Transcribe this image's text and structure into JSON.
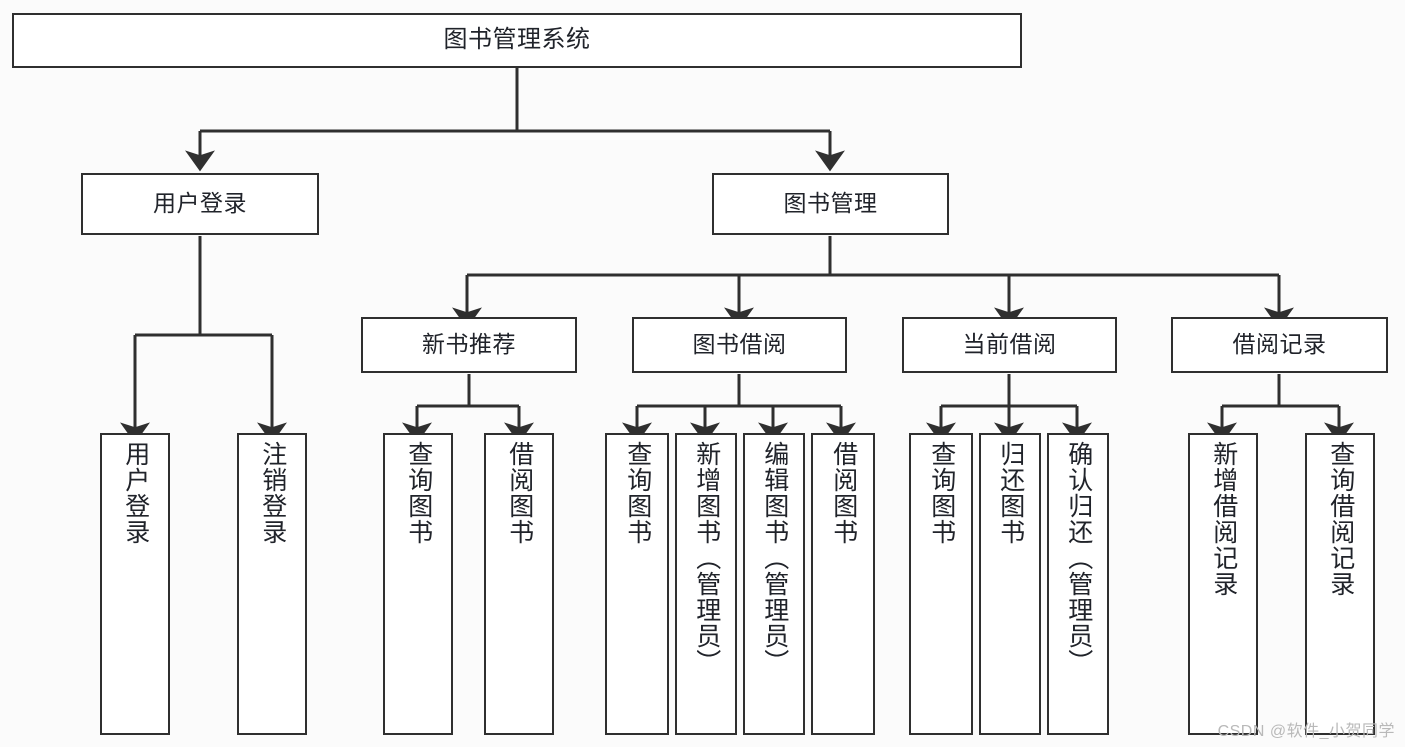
{
  "diagram": {
    "type": "tree-hierarchy",
    "title": "图书管理系统",
    "root": {
      "label": "图书管理系统"
    },
    "level2": [
      {
        "label": "用户登录"
      },
      {
        "label": "图书管理"
      }
    ],
    "level3": [
      {
        "label": "新书推荐"
      },
      {
        "label": "图书借阅"
      },
      {
        "label": "当前借阅"
      },
      {
        "label": "借阅记录"
      }
    ],
    "leaves": {
      "user_login": [
        {
          "label": "用户登录"
        },
        {
          "label": "注销登录"
        }
      ],
      "new_book_recommend": [
        {
          "label": "查询图书"
        },
        {
          "label": "借阅图书"
        }
      ],
      "book_borrow": [
        {
          "label": "查询图书"
        },
        {
          "label": "新增图书（管理员）"
        },
        {
          "label": "编辑图书（管理员）"
        },
        {
          "label": "借阅图书"
        }
      ],
      "current_borrow": [
        {
          "label": "查询图书"
        },
        {
          "label": "归还图书"
        },
        {
          "label": "确认归还（管理员）"
        }
      ],
      "borrow_record": [
        {
          "label": "新增借阅记录"
        },
        {
          "label": "查询借阅记录"
        }
      ]
    }
  },
  "watermark": {
    "text": "CSDN @软件_小贺同学"
  },
  "colors": {
    "background": "#fbfbfb",
    "node_fill": "#ffffff",
    "stroke": "#2f2f2f",
    "text": "#20232a",
    "watermark": "#b9b9b9"
  }
}
